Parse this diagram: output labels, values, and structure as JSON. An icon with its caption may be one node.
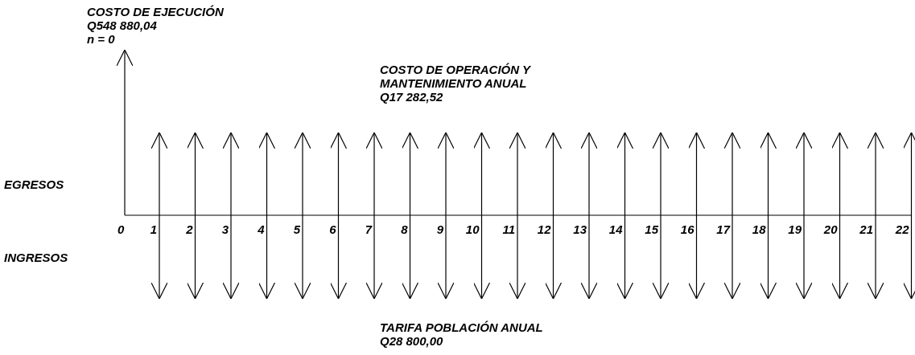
{
  "diagram": {
    "labels": [
      "COSTO DE EJECUCIÓN",
      "Q548 880,04",
      "n = 0",
      "COSTO DE OPERACIÓN Y MANTENIMIENTO ANUAL",
      "Q17 282,52",
      "EGRESOS",
      "0",
      "1",
      "2",
      "3",
      "4",
      "5",
      "6",
      "7",
      "8",
      "9",
      "10",
      "11",
      "12",
      "13",
      "14",
      "15",
      "16",
      "17",
      "18",
      "19",
      "20",
      "21",
      "22",
      "INGRESOS",
      "TARIFA POBLACIÓN ANUAL",
      "Q28 800,00"
    ]
  }
}
